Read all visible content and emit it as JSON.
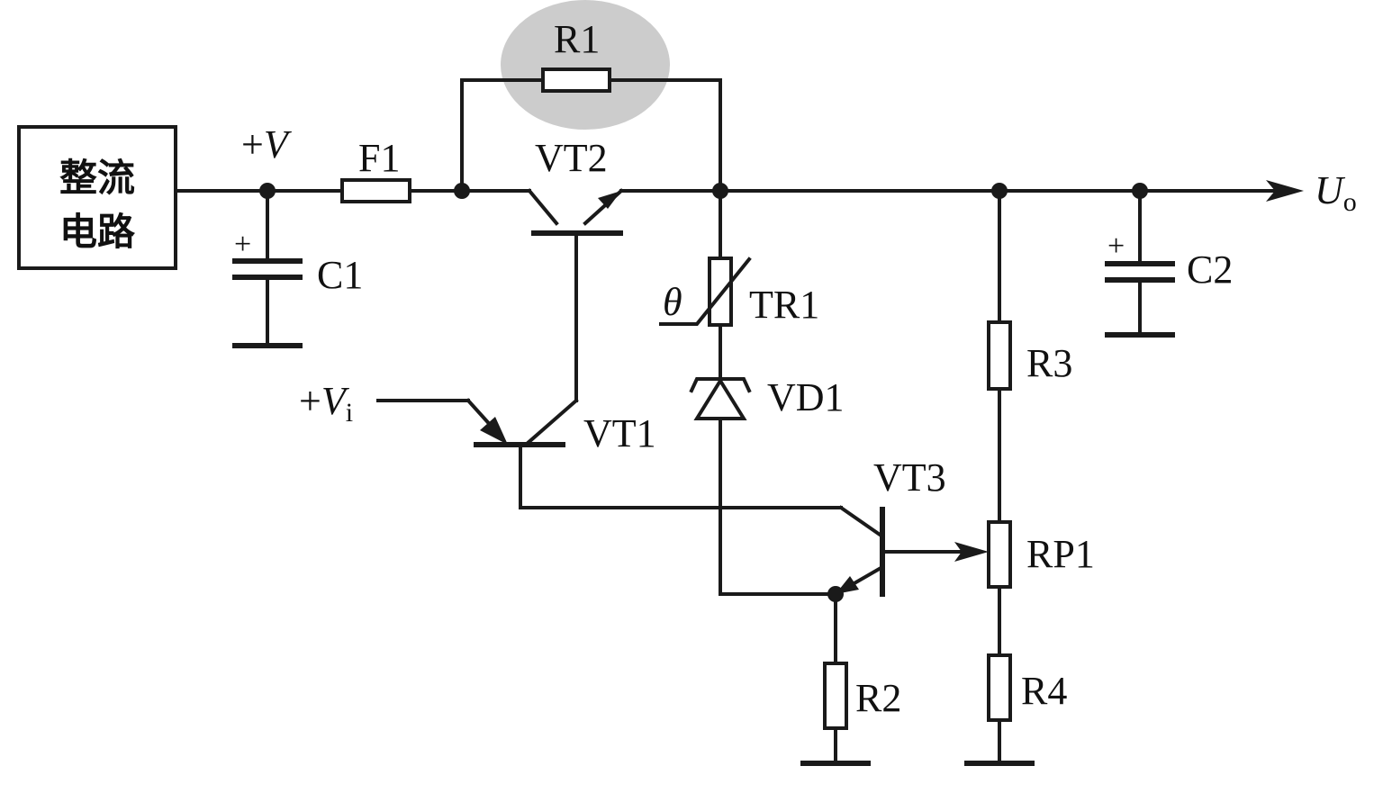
{
  "rectifier": {
    "line1": "整流",
    "line2": "电路"
  },
  "labels": {
    "v_plus": "+",
    "v_symbol": "V",
    "fuse": "F1",
    "r1": "R1",
    "vt2": "VT2",
    "uo_symbol": "U",
    "uo_sub": "o",
    "c1": "C1",
    "c1_pol": "+",
    "c2": "C2",
    "c2_pol": "+",
    "theta": "θ",
    "tr1": "TR1",
    "r3": "R3",
    "vi_plus": "+",
    "vi_symbol": "V",
    "vi_sub": "i",
    "vt1": "VT1",
    "vd1": "VD1",
    "vt3": "VT3",
    "rp1": "RP1",
    "r2": "R2",
    "r4": "R4"
  },
  "colors": {
    "wire": "#1a1a1a",
    "highlight": "#cccccc",
    "background": "#ffffff"
  }
}
